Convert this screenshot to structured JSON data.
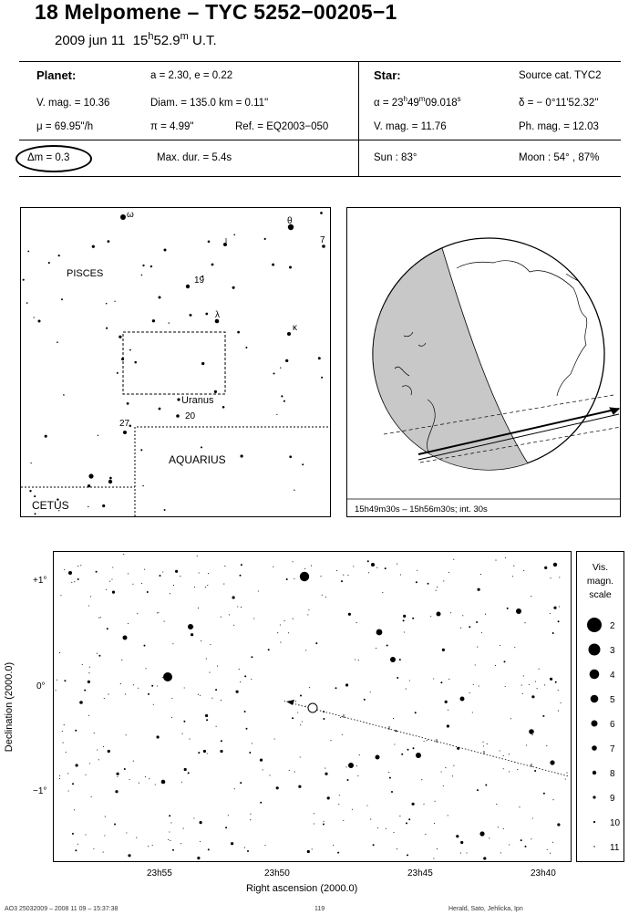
{
  "header": {
    "title": "18 Melpomene  –  TYC 5252−00205−1",
    "date": "2009 jun 11",
    "time_h": "15",
    "time_h_sup": "h",
    "time_m": "52.9",
    "time_m_sup": "m",
    "time_suffix": "U.T."
  },
  "planet": {
    "heading": "Planet:",
    "a_e": "a = 2.30, e = 0.22",
    "vmag": "V. mag. = 10.36",
    "diam": "Diam. = 135.0 km = 0.11\"",
    "mu": "μ = 69.95\"/h",
    "pi": "π =  4.99\"",
    "ref": "Ref. = EQ2003−050"
  },
  "star": {
    "heading": "Star:",
    "source": "Source cat.  TYC2",
    "ra_prefix": "α = 23",
    "ra_h": "h",
    "ra_mid": "49",
    "ra_m": "m",
    "ra_val": "09.018",
    "ra_s": "s",
    "dec": "δ = − 0°11'52.32\"",
    "vmag": "V. mag. = 11.76",
    "phmag": "Ph. mag. = 12.03"
  },
  "event": {
    "dm": "Δm = 0.3",
    "maxdur": "Max. dur. = 5.4s",
    "sun": "Sun :  83°",
    "moon": "Moon :  54° , 87%"
  },
  "skymap": {
    "constellations": [
      "PISCES",
      "AQUARIUS",
      "CETUS"
    ],
    "star_labels": [
      "ω",
      "θ",
      "ι",
      "7",
      "19",
      "λ",
      "κ",
      "27",
      "20"
    ],
    "planet_label": "Uranus"
  },
  "globe": {
    "caption": "15h49m30s – 15h56m30s; int. 30s"
  },
  "chart_data": {
    "type": "scatter",
    "xlabel": "Right ascension (2000.0)",
    "ylabel": "Declination (2000.0)",
    "x_ticks": [
      "23h55",
      "23h50",
      "23h45",
      "23h40"
    ],
    "y_ticks": [
      "+1°",
      "0°",
      "−1°"
    ],
    "legend_title": [
      "Vis.",
      "magn.",
      "scale"
    ],
    "legend_mags": [
      "2",
      "3",
      "4",
      "5",
      "6",
      "7",
      "8",
      "9",
      "10",
      "11"
    ]
  },
  "footer": {
    "left": "AO3 25032009 – 2008 11 09 – 15:37:38",
    "mid": "119",
    "right": "Herald, Sato, Jehlicka, Ipn"
  }
}
